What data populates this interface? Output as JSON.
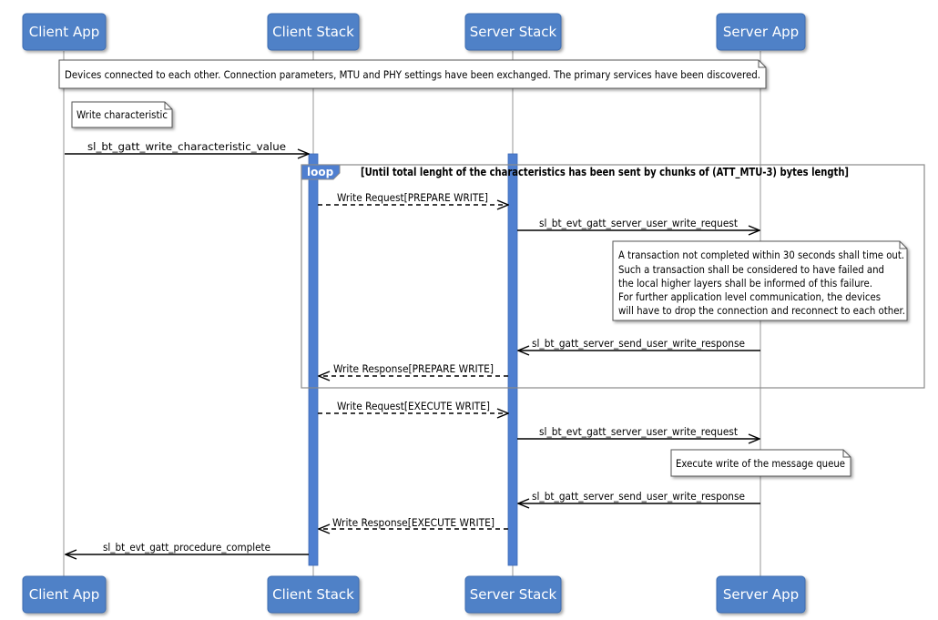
{
  "participants": [
    {
      "id": "client-app",
      "label": "Client App"
    },
    {
      "id": "client-stack",
      "label": "Client Stack"
    },
    {
      "id": "server-stack",
      "label": "Server Stack"
    },
    {
      "id": "server-app",
      "label": "Server App"
    }
  ],
  "notes": {
    "connected": "Devices connected to each other. Connection parameters, MTU and PHY settings have been exchanged. The primary services have been discovered.",
    "write_characteristic": "Write characteristic",
    "timeout": [
      "A transaction not completed within 30 seconds shall time out.",
      "Such a transaction shall be considered to have failed and",
      "the local higher layers shall be informed of this failure.",
      "For further application level communication, the devices",
      "will have to drop the connection and reconnect to each other."
    ],
    "execute_queue": "Execute write of the message queue"
  },
  "loop": {
    "keyword": "loop",
    "condition": "[Until total lenght of the characteristics has been sent by chunks of (ATT_MTU-3) bytes length]"
  },
  "messages": [
    {
      "label": "sl_bt_gatt_write_characteristic_value",
      "from": "Client App",
      "to": "Client Stack",
      "style": "solid"
    },
    {
      "label": "Write Request[PREPARE WRITE]",
      "from": "Client Stack",
      "to": "Server Stack",
      "style": "dashed"
    },
    {
      "label": "sl_bt_evt_gatt_server_user_write_request",
      "from": "Server Stack",
      "to": "Server App",
      "style": "solid"
    },
    {
      "label": "sl_bt_gatt_server_send_user_write_response",
      "from": "Server App",
      "to": "Server Stack",
      "style": "solid"
    },
    {
      "label": "Write Response[PREPARE WRITE]",
      "from": "Server Stack",
      "to": "Client Stack",
      "style": "dashed"
    },
    {
      "label": "Write Request[EXECUTE WRITE]",
      "from": "Client Stack",
      "to": "Server Stack",
      "style": "dashed"
    },
    {
      "label": "sl_bt_evt_gatt_server_user_write_request",
      "from": "Server Stack",
      "to": "Server App",
      "style": "solid"
    },
    {
      "label": "sl_bt_gatt_server_send_user_write_response",
      "from": "Server App",
      "to": "Server Stack",
      "style": "solid"
    },
    {
      "label": "Write Response[EXECUTE WRITE]",
      "from": "Server Stack",
      "to": "Client Stack",
      "style": "dashed"
    },
    {
      "label": "sl_bt_evt_gatt_procedure_complete",
      "from": "Client Stack",
      "to": "Client App",
      "style": "solid"
    }
  ],
  "colors": {
    "participant_fill": "#4f81c7",
    "participant_text": "#ffffff",
    "activation_fill": "#4f7fd0",
    "lifeline": "#a8a8a8",
    "loop_border": "#8a8a8a",
    "note_fill": "#ffffff",
    "text": "#000000"
  }
}
